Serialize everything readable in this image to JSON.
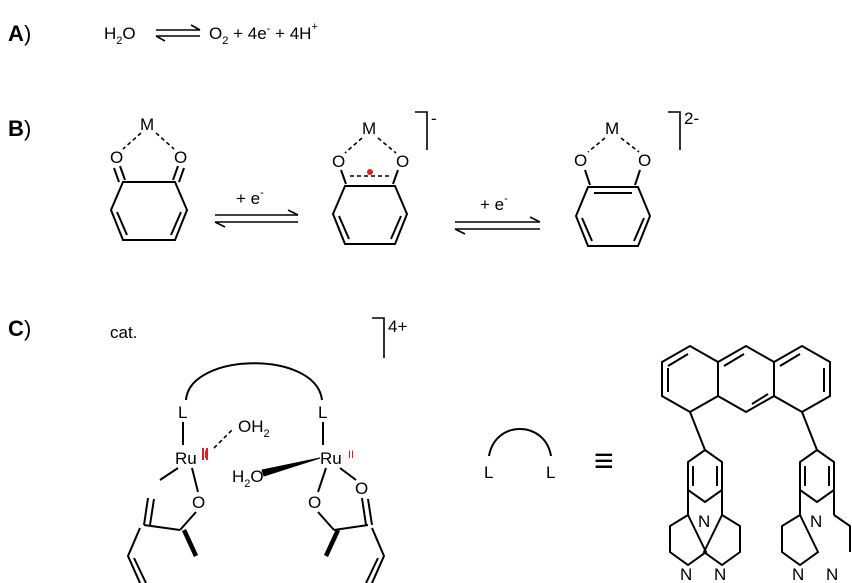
{
  "sections": {
    "a_label": "A",
    "b_label": "B",
    "c_label": "C",
    "paren": ")"
  },
  "eqA": {
    "lhs_h": "H",
    "lhs_sub": "2",
    "lhs_o": "O",
    "rhs_o": "O",
    "rhs_sub": "2",
    "rhs_rest1": " + 4e",
    "rhs_sup_e": "-",
    "rhs_rest2": " + 4H",
    "rhs_sup_h": "+"
  },
  "eqB": {
    "metal": "M",
    "oxygen": "O",
    "arrow1": "+ e",
    "arrow2": "+ e",
    "arrow_sup": "-",
    "charge1": "-",
    "charge2": "2-"
  },
  "eqC": {
    "catalyst": "cat.",
    "charge": "4+",
    "ru": "Ru",
    "ru_ox": "II",
    "ligand_L": "L",
    "oh2_top": "OH",
    "oh2_top_sub": "2",
    "h2o_bottom_h": "H",
    "h2o_bottom_sub": "2",
    "h2o_bottom_o": "O",
    "nitrogen": "N",
    "equiv": "≡"
  },
  "colors": {
    "ink": "#000000",
    "radical": "#e02020",
    "oxidation_state": "#e02020"
  }
}
